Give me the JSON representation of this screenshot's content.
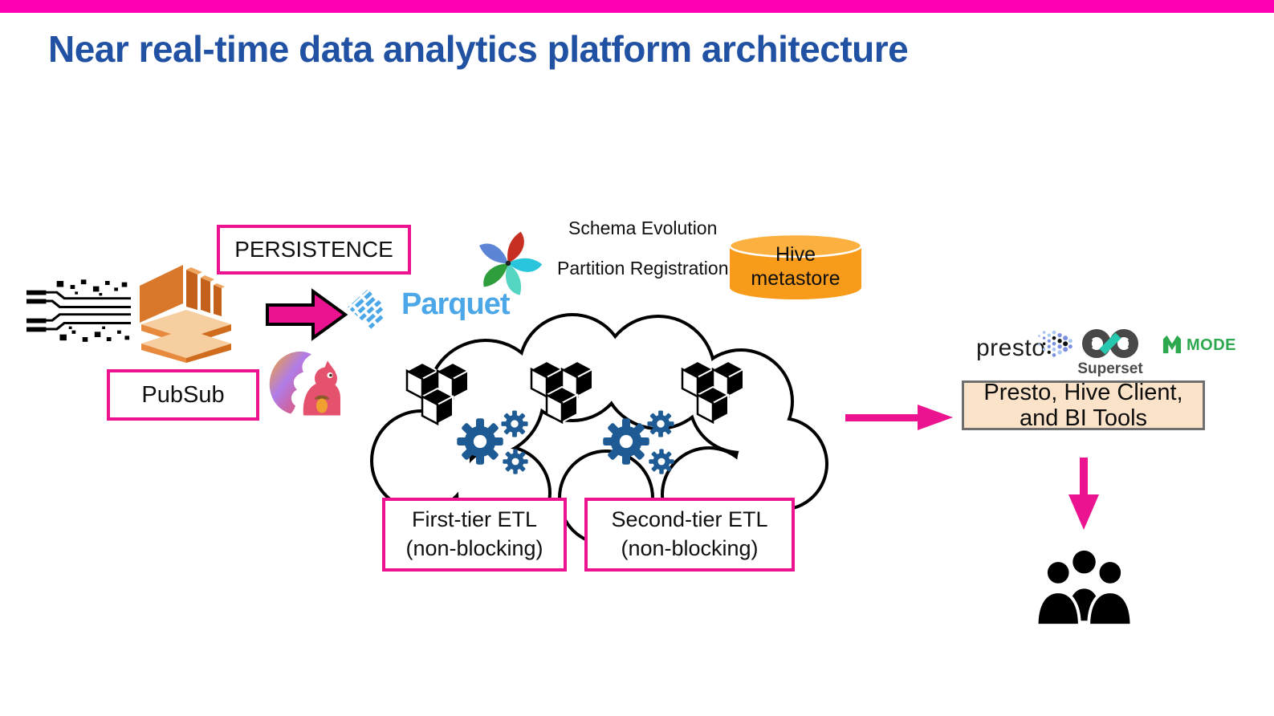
{
  "slide": {
    "title": "Near real-time data analytics platform architecture"
  },
  "colors": {
    "topbar_magenta": "#FF00B4",
    "accent_magenta": "#EC1390",
    "title_blue": "#2051A3",
    "parquet_blue": "#4BA7E8",
    "hive_orange": "#F89B1B",
    "gear_blue": "#1E5B94",
    "superset_teal": "#26C9AF",
    "mode_green": "#2EA84F",
    "client_box_bg": "#FAE3C8"
  },
  "boxes": {
    "persistence": "PERSISTENCE",
    "pubsub": "PubSub",
    "first_tier": {
      "line1": "First-tier ETL",
      "line2": "(non-blocking)"
    },
    "second_tier": {
      "line1": "Second-tier ETL",
      "line2": "(non-blocking)"
    },
    "client": {
      "line1": "Presto, Hive Client,",
      "line2": "and BI Tools"
    }
  },
  "annotations": {
    "schema_evolution": "Schema Evolution",
    "partition_registration": "Partition Registration"
  },
  "datastore": {
    "hive": {
      "line1": "Hive",
      "line2": "metastore"
    }
  },
  "logos": {
    "parquet": "Parquet",
    "presto": "presto",
    "superset": "Superset",
    "mode": "MODE"
  },
  "icons": {
    "data_stream": "binary-stream-lines",
    "aws_kinesis": "orange-3d-service-stack",
    "flink_squirrel": "squirrel",
    "pinwheel": "multicolor-pinwheel",
    "cloud": "cloud-outline",
    "aws_cubes": "isometric-cubes",
    "gears": "processing-gears",
    "users": "user-group"
  }
}
